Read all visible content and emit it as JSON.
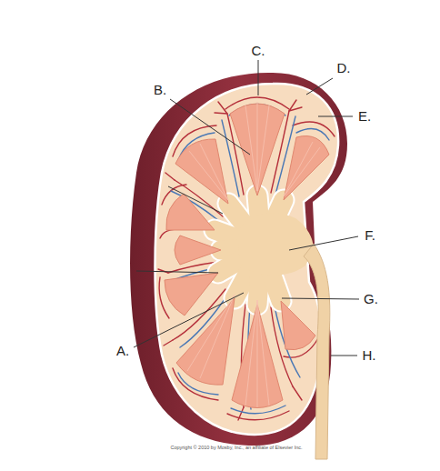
{
  "diagram": {
    "labels": [
      "C.",
      "D.",
      "B.",
      "E.",
      "F.",
      "G.",
      "A.",
      "H.",
      "Copyright © 2010 by Mosby, Inc., an affiliate of Elsevier Inc."
    ]
  }
}
